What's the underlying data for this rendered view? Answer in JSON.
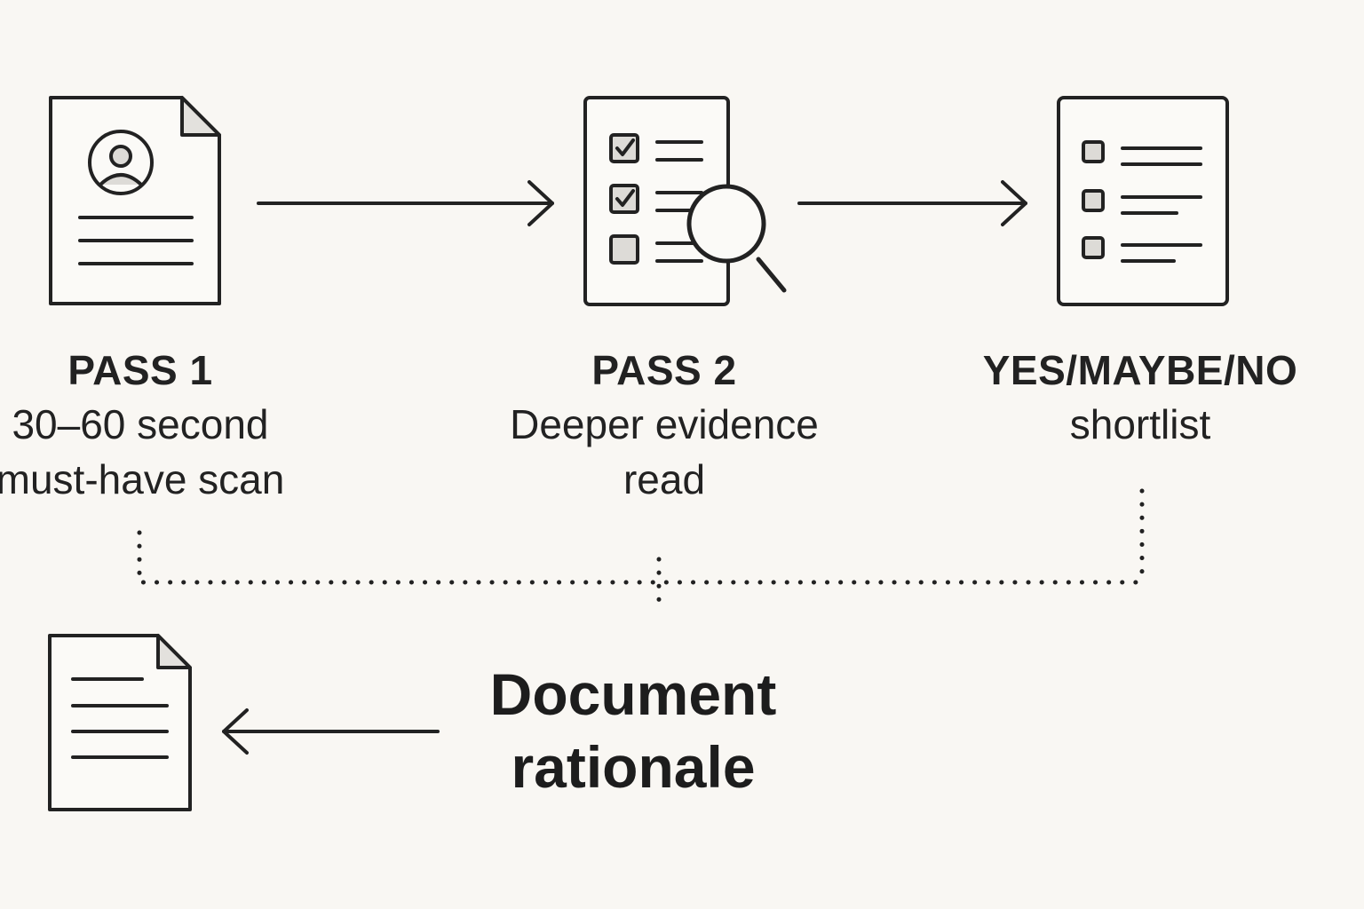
{
  "steps": [
    {
      "title": "PASS 1",
      "line1": "30–60 second",
      "line2": "must-have scan",
      "icon": "resume-icon"
    },
    {
      "title": "PASS 2",
      "line1": "Deeper evidence",
      "line2": "read",
      "icon": "checklist-magnifier-icon"
    },
    {
      "title": "YES/MAYBE/NO",
      "line1": "shortlist",
      "icon": "shortlist-icon"
    }
  ],
  "rationale": {
    "line1": "Document",
    "line2": "rationale",
    "icon": "document-icon"
  },
  "colors": {
    "background": "#f9f7f3",
    "stroke": "#222222",
    "paper": "#fbfaf7",
    "fold": "#e3e1dd",
    "box": "#dddbd7"
  }
}
